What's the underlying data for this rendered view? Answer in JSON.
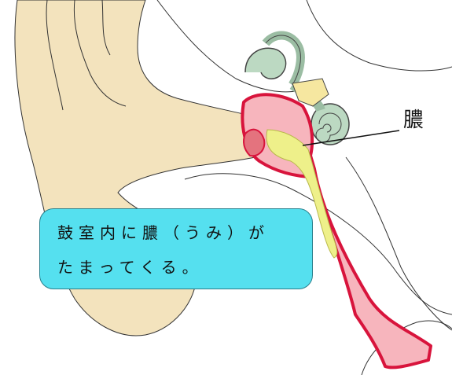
{
  "labels": {
    "pus": "膿"
  },
  "callout": {
    "line1": "鼓室内に膿（うみ）が",
    "line2": "たまってくる。"
  },
  "colors": {
    "skin": "#f3e3bd",
    "tube_outline": "#d8143c",
    "tube_fill": "#f7b5bd",
    "pus": "#eef08a",
    "cochlea": "#bcd9c2",
    "ossicles": "#f6e7a0",
    "callout_bg": "#55e0ef"
  }
}
